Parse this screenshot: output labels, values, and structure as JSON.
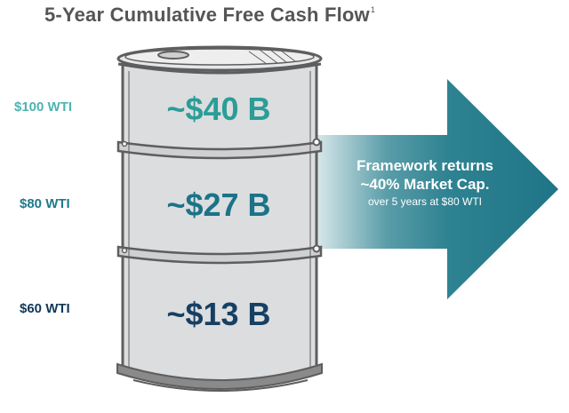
{
  "title": {
    "text": "5-Year Cumulative Free Cash Flow",
    "footnote": "1"
  },
  "scenarios": [
    {
      "label": "$100 WTI",
      "value": "~$40 B",
      "label_color": "#4db3b0",
      "value_color": "#2a9d97"
    },
    {
      "label": "$80 WTI",
      "value": "~$27 B",
      "label_color": "#1f7a8a",
      "value_color": "#1a7387"
    },
    {
      "label": "$60 WTI",
      "value": "~$13 B",
      "label_color": "#10385a",
      "value_color": "#163f63"
    }
  ],
  "arrow": {
    "line1": "Framework returns",
    "line2": "~40% Market Cap.",
    "line3": "over 5 years at $80 WTI",
    "color": "#237c8c"
  },
  "icons": {
    "barrel": "oil-barrel-icon",
    "arrow": "right-arrow-icon"
  }
}
